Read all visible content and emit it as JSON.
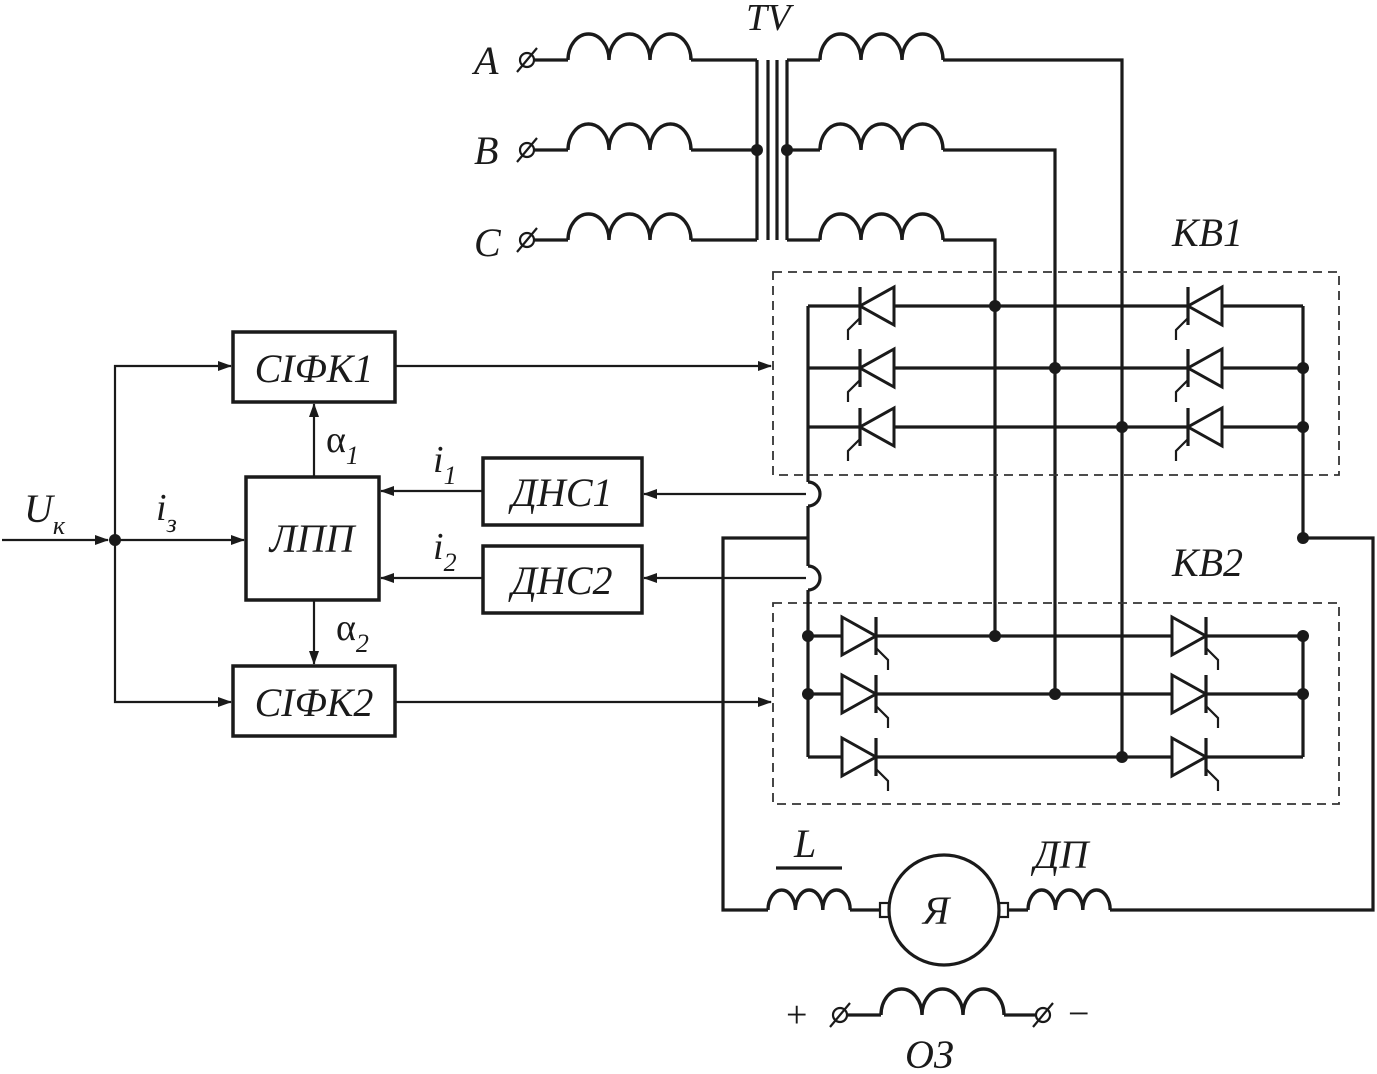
{
  "labels": {
    "input_signal": "U",
    "input_signal_sub": "к",
    "setpoint_current": "i",
    "setpoint_current_sub": "з",
    "alpha1": "α",
    "alpha1_sub": "1",
    "alpha2": "α",
    "alpha2_sub": "2",
    "i1": "i",
    "i1_sub": "1",
    "i2": "i",
    "i2_sub": "2",
    "phase_a": "A",
    "phase_b": "B",
    "phase_c": "C",
    "transformer": "TV",
    "converter1": "КВ1",
    "converter2": "КВ2",
    "inductor": "L",
    "armature": "Я",
    "interpole": "ДП",
    "field_winding": "ОЗ",
    "plus": "+",
    "minus": "−"
  },
  "blocks": {
    "sifk1": "СІФК1",
    "sifk2": "СІФК2",
    "lpp": "ЛПП",
    "dns1": "ДНС1",
    "dns2": "ДНС2"
  },
  "colors": {
    "ink": "#1a1a1a",
    "background": "#ffffff"
  }
}
